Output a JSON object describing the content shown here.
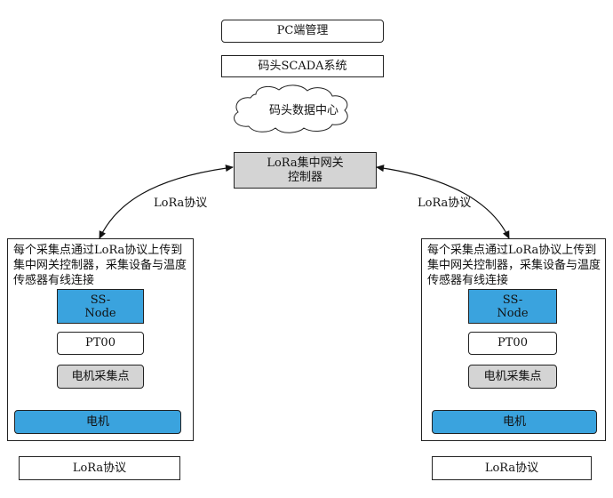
{
  "top": {
    "pc_management": "PC端管理",
    "scada_system": "码头SCADA系统",
    "data_center": "码头数据中心",
    "gateway_controller": "LoRa集中网关\n控制器"
  },
  "links": {
    "left_label": "LoRa协议",
    "right_label": "LoRa协议"
  },
  "left_panel": {
    "description": "每个采集点通过LoRa协议上传到集中网关控制器，采集设备与温度传感器有线连接",
    "ss_node": "SS-\nNode",
    "pt00": "PT00",
    "motor_collection_point": "电机采集点",
    "motor": "电机",
    "protocol_box": "LoRa协议"
  },
  "right_panel": {
    "description": "每个采集点通过LoRa协议上传到集中网关控制器，采集设备与温度传感器有线连接",
    "ss_node": "SS-\nNode",
    "pt00": "PT00",
    "motor_collection_point": "电机采集点",
    "motor": "电机",
    "protocol_box": "LoRa协议"
  },
  "colors": {
    "blue_fill": "#3aa3de",
    "gray_fill": "#d4d4d4",
    "stroke": "#222222"
  }
}
